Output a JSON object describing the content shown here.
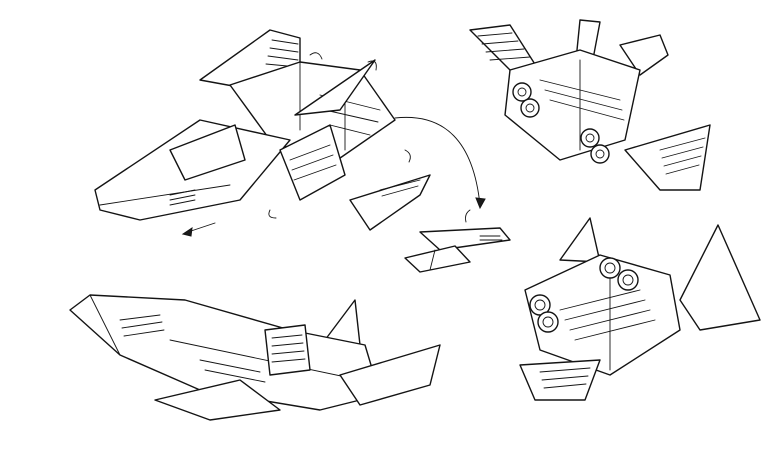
{
  "sheet": {
    "background": "#ffffff",
    "ink": "#141414"
  },
  "drawings": [
    {
      "name": "spacecraft-view-top-left",
      "icon": "spacecraft-sketch"
    },
    {
      "name": "spacecraft-view-top-right",
      "icon": "spacecraft-sketch"
    },
    {
      "name": "spacecraft-view-center-small",
      "icon": "spacecraft-sketch"
    },
    {
      "name": "spacecraft-view-bottom-left",
      "icon": "spacecraft-sketch"
    },
    {
      "name": "spacecraft-view-bottom-right",
      "icon": "spacecraft-sketch"
    }
  ],
  "annotations": [
    "motion-arrows",
    "transformation-curve-arrow"
  ]
}
